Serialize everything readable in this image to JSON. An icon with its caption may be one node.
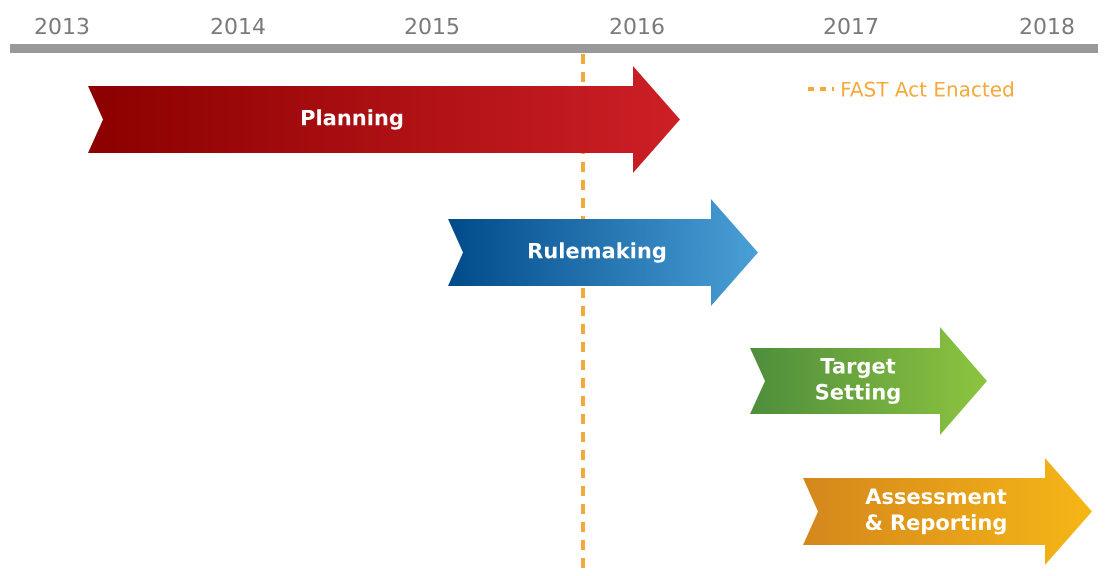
{
  "diagram": {
    "nodes": [
      {
        "text": [
          "Planning"
        ]
      },
      {
        "text": [
          "Rulemaking"
        ]
      },
      {
        "text": [
          "Target Setting"
        ]
      },
      {
        "text": [
          "Assessment & Reporting"
        ]
      }
    ],
    "labels": [
      "2013",
      "2014",
      "2015",
      "2016",
      "2017",
      "2018"
    ],
    "legend": [
      {
        "text": "FAST Act Enacted"
      }
    ]
  }
}
